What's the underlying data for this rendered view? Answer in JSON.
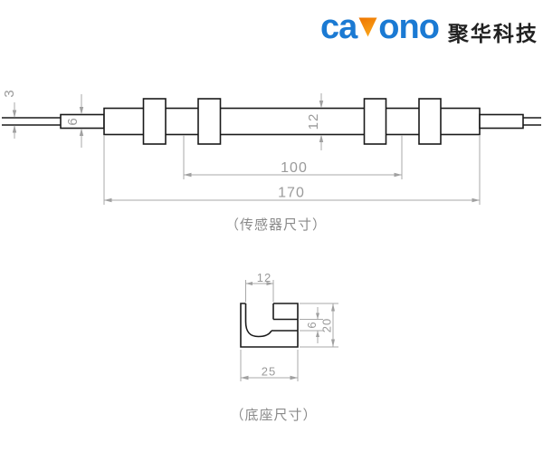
{
  "logo": {
    "brand_prefix": "ca",
    "brand_suffix": "ono",
    "company_name": "聚华科技"
  },
  "sensor_drawing": {
    "caption": "（传感器尺寸）",
    "dim_wire_diameter": "3",
    "dim_tip_diameter": "6",
    "dim_body_diameter": "12",
    "dim_mount_span": "100",
    "dim_total_length": "170"
  },
  "base_drawing": {
    "caption": "（底座尺寸）",
    "dim_slot_width": "12",
    "dim_base_width": "25",
    "dim_side_slot_height": "6",
    "dim_base_height": "20"
  },
  "colors": {
    "brand_blue": "#1b7ad3",
    "brand_orange": "#f08300",
    "drawing_line": "#1a1a1a",
    "dimension_gray": "#9a9a9a"
  }
}
